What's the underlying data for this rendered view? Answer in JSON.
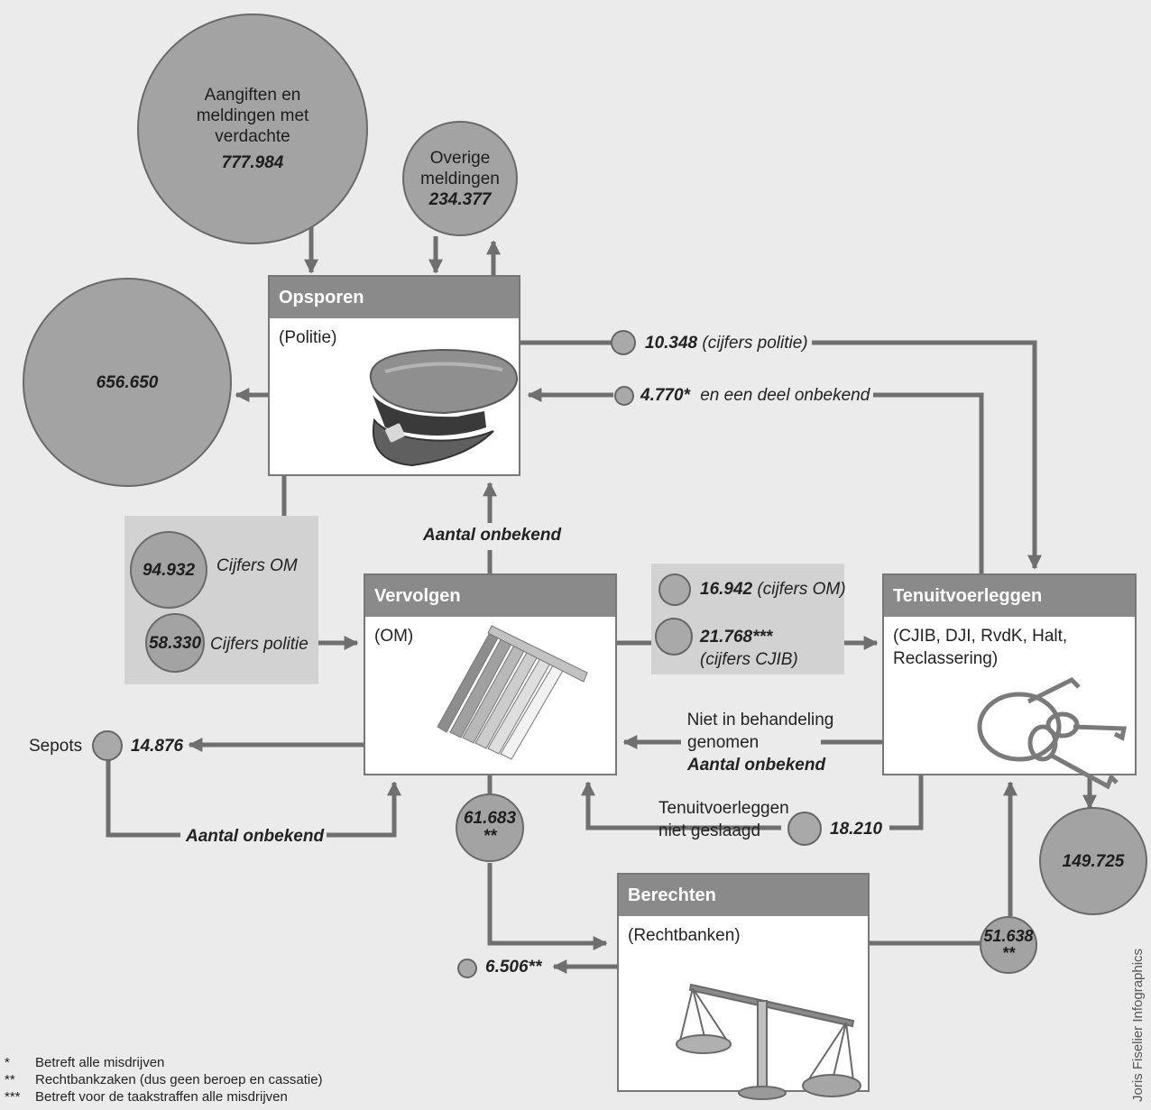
{
  "boxes": {
    "opsporen": {
      "title": "Opsporen",
      "sub": "(Politie)"
    },
    "vervolgen": {
      "title": "Vervolgen",
      "sub": "(OM)"
    },
    "tenuitvoerleggen": {
      "title": "Tenuitvoerleggen",
      "sub": "(CJIB, DJI, RvdK, Halt, Reclassering)"
    },
    "berechten": {
      "title": "Berechten",
      "sub": "(Rechtbanken)"
    }
  },
  "bubbles": {
    "aangiften": {
      "label_1": "Aangiften en",
      "label_2": "meldingen met",
      "label_3": "verdachte",
      "value": "777.984"
    },
    "overige": {
      "label_1": "Overige",
      "label_2": "meldingen",
      "value": "234.377"
    },
    "afdoening_politie": {
      "value": "656.650"
    },
    "om_94932": {
      "value": "94.932"
    },
    "politie_58330": {
      "value": "58.330"
    },
    "dagvaarding": {
      "value": "61.683",
      "mark": "**"
    },
    "vonnissen": {
      "value": "51.638",
      "mark": "**"
    },
    "uitvoering": {
      "value": "149.725"
    }
  },
  "flows": {
    "cijfers_om_label": "Cijfers OM",
    "cijfers_politie_label": "Cijfers politie",
    "politie_to_tul": {
      "value": "10.348",
      "note": "(cijfers politie)"
    },
    "tul_to_politie": {
      "value": "4.770*",
      "note": "en een deel onbekend"
    },
    "aantal_onbekend_up": "Aantal onbekend",
    "om_to_tul_1": {
      "value": "16.942",
      "note": "(cijfers OM)"
    },
    "om_to_tul_2": {
      "value": "21.768***",
      "note": "(cijfers CJIB)"
    },
    "niet_in_behandeling": {
      "line_1": "Niet in behandeling",
      "line_2": "genomen",
      "value": "Aantal onbekend"
    },
    "sepots": {
      "label": "Sepots",
      "value": "14.876"
    },
    "sepots_back": "Aantal onbekend",
    "niet_geslaagd": {
      "line_1": "Tenuitvoerleggen",
      "line_2": "niet geslaagd",
      "value": "18.210"
    },
    "rechtbank_out": "6.506**"
  },
  "footnotes": [
    {
      "mark": "*",
      "text": "Betreft alle misdrijven"
    },
    {
      "mark": "**",
      "text": "Rechtbankzaken (dus geen beroep en cassatie)"
    },
    {
      "mark": "***",
      "text": "Betreft voor de taakstraffen alle misdrijven"
    }
  ],
  "credit": "Joris Fiselier Infographics",
  "icons": [
    "police-cap-icon",
    "file-folders-icon",
    "keys-icon",
    "scales-of-justice-icon"
  ],
  "colors": {
    "background": "#ebebeb",
    "header": "#8a8a8a",
    "bubble": "#a3a3a3",
    "line": "#6f6f6f",
    "panel": "#d2d2d2"
  }
}
